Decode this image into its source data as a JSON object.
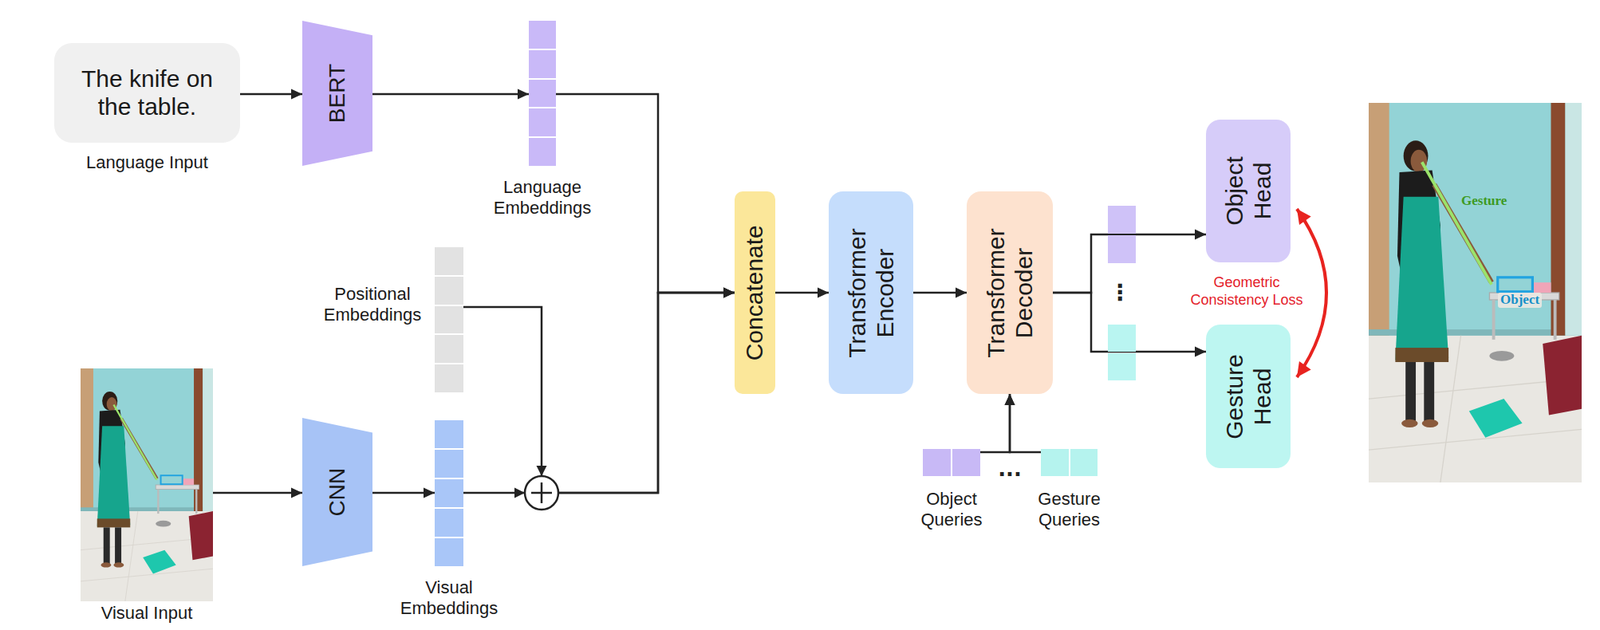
{
  "diagram": {
    "nodes": [
      {
        "text": [
          "The knife on the table.",
          "Language Input"
        ]
      },
      {
        "text": [
          "BERT"
        ]
      },
      {
        "text": [
          "Language Embeddings"
        ]
      },
      {
        "text": [
          "Positional Embeddings"
        ]
      },
      {
        "text": [
          "Visual Input"
        ]
      },
      {
        "text": [
          "CNN"
        ]
      },
      {
        "text": [
          "Visual Embeddings"
        ]
      },
      {
        "text": [
          "Concatenate"
        ]
      },
      {
        "text": [
          "Transformer Encoder"
        ]
      },
      {
        "text": [
          "Transformer Decoder"
        ]
      },
      {
        "text": [
          "Object Queries"
        ]
      },
      {
        "text": [
          "Gesture Queries"
        ]
      },
      {
        "text": [
          "Object Head"
        ]
      },
      {
        "text": [
          "Gesture Head"
        ]
      }
    ],
    "edges": [
      {
        "from": 0,
        "to": 1,
        "arrow": "to"
      },
      {
        "from": 1,
        "to": 2,
        "arrow": "to"
      },
      {
        "from": 4,
        "to": 5,
        "arrow": "to"
      },
      {
        "from": 5,
        "to": 6,
        "arrow": "to"
      },
      {
        "from": 6,
        "to": 7,
        "arrow": "to"
      },
      {
        "from": 3,
        "to": 7,
        "arrow": "to"
      },
      {
        "from": 2,
        "to": 7,
        "arrow": "to"
      },
      {
        "from": 7,
        "to": 8,
        "arrow": "to"
      },
      {
        "from": 8,
        "to": 9,
        "arrow": "to"
      },
      {
        "from": 10,
        "to": 9,
        "arrow": "to"
      },
      {
        "from": 11,
        "to": 9,
        "arrow": "to"
      },
      {
        "from": 9,
        "to": 12,
        "arrow": "to"
      },
      {
        "from": 9,
        "to": 13,
        "arrow": "to"
      },
      {
        "from": 12,
        "to": 13,
        "label": "Geometric Consistency Loss",
        "arrow": "both"
      }
    ],
    "labels": [
      "⋮",
      "...",
      "Gesture",
      "Object"
    ]
  }
}
